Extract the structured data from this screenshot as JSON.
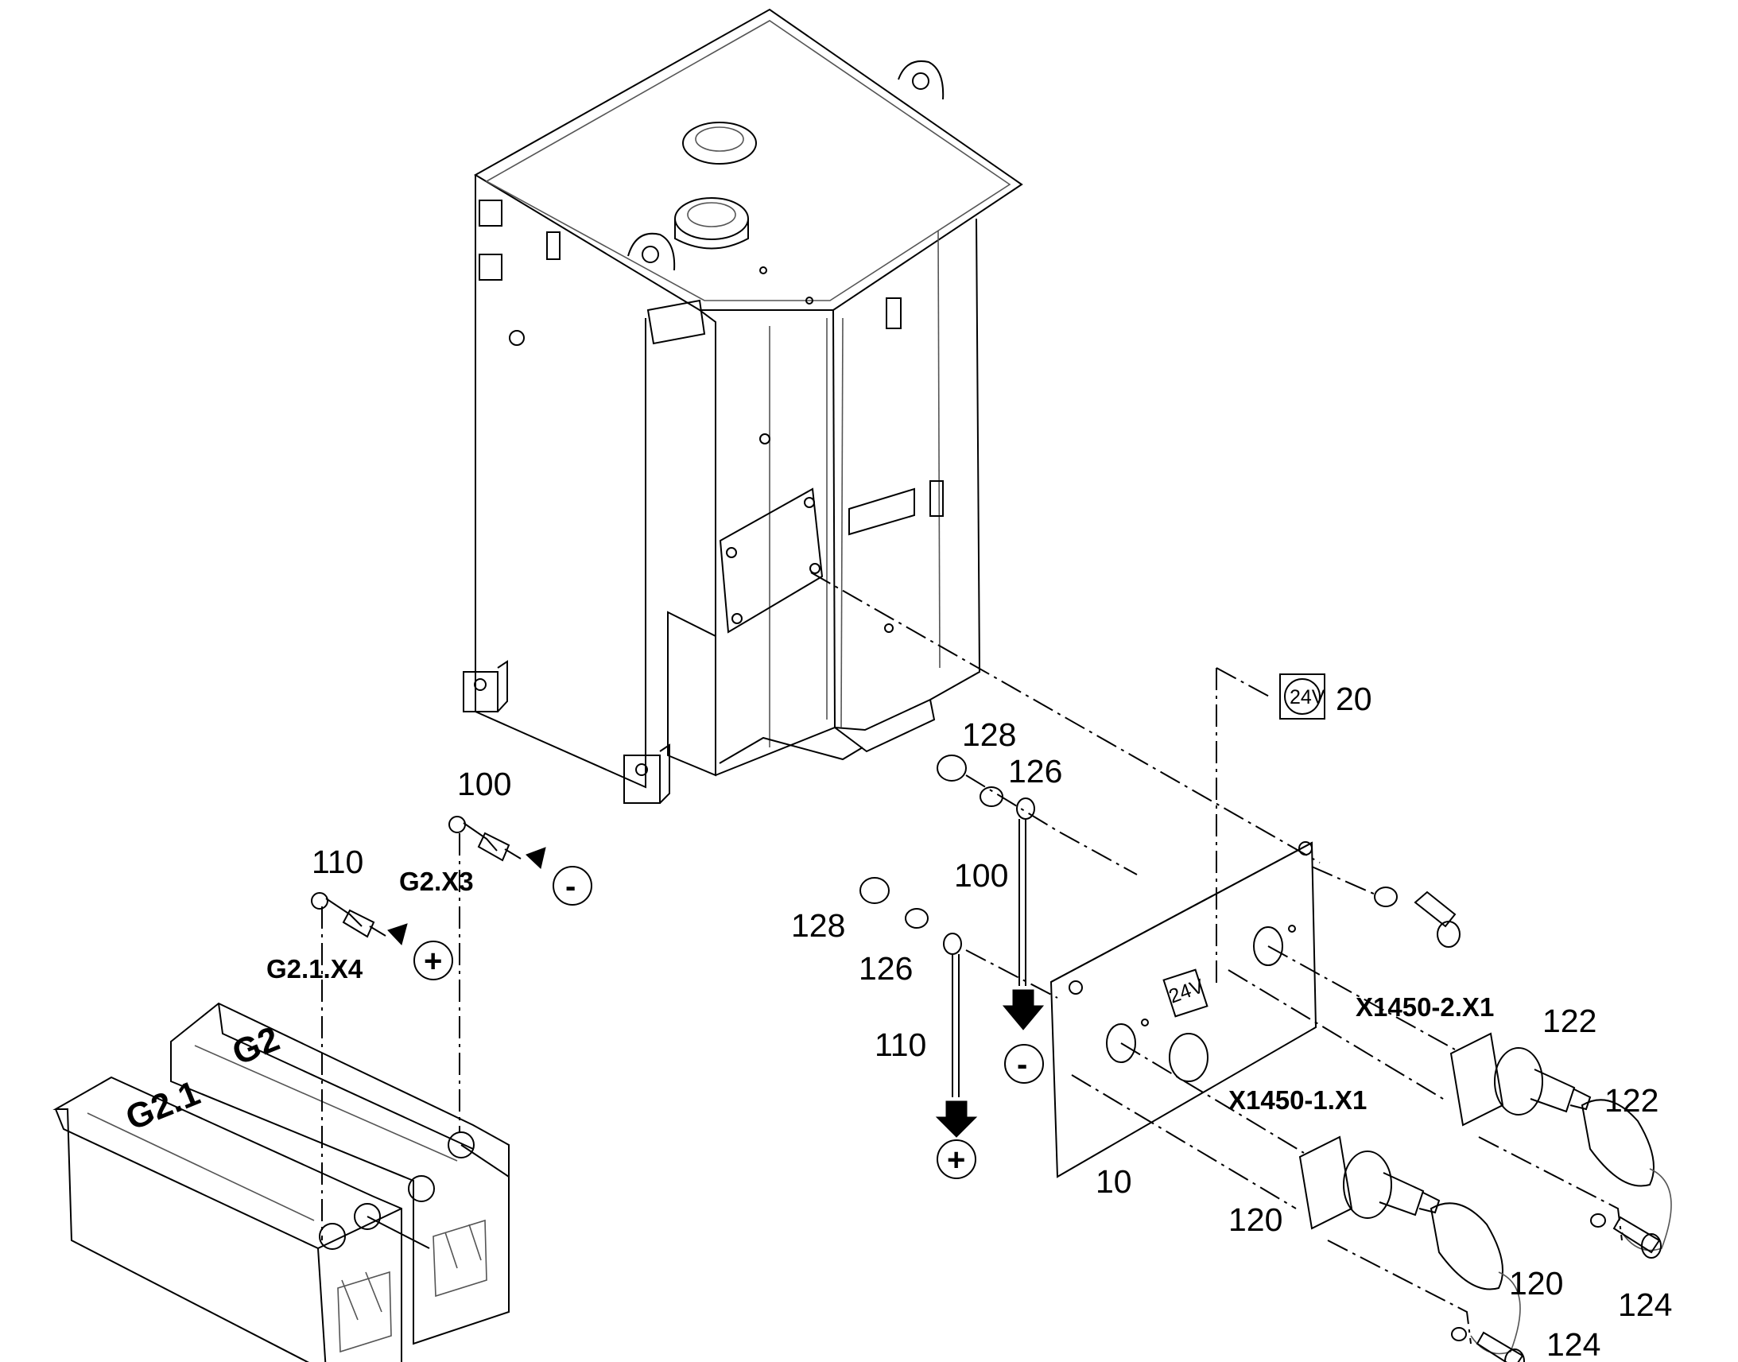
{
  "callouts": {
    "c10": "10",
    "c20": "20",
    "c100_left": "100",
    "c100_right": "100",
    "c110_left": "110",
    "c110_right": "110",
    "c120_a": "120",
    "c120_b": "120",
    "c122_a": "122",
    "c122_b": "122",
    "c124_a": "124",
    "c124_b": "124",
    "c126_a": "126",
    "c126_b": "126",
    "c128_a": "128",
    "c128_b": "128"
  },
  "references": {
    "g2_x3": "G2.X3",
    "g2_1_x4": "G2.1.X4",
    "x1450_1": "X1450-1.X1",
    "x1450_2": "X1450-2.X1"
  },
  "battery_cells": {
    "g2": "G2",
    "g2_1": "G2.1"
  },
  "symbols": {
    "minus": "-",
    "plus": "+"
  },
  "badges": {
    "voltage_decal": "24V",
    "voltage_plate": "24V"
  }
}
